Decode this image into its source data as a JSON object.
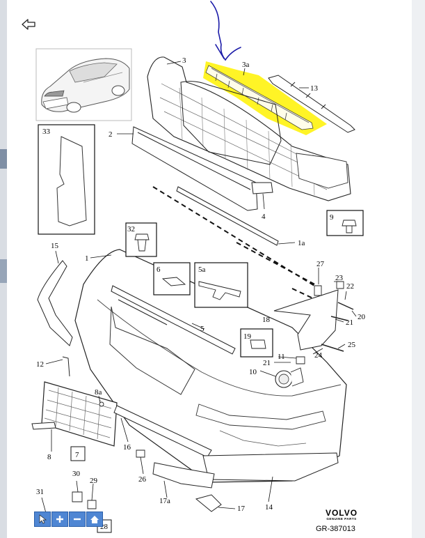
{
  "parts": [
    {
      "id": "p3",
      "label": "3"
    },
    {
      "id": "p3a",
      "label": "3a"
    },
    {
      "id": "p13",
      "label": "13"
    },
    {
      "id": "p2",
      "label": "2"
    },
    {
      "id": "p33",
      "label": "33"
    },
    {
      "id": "p4",
      "label": "4"
    },
    {
      "id": "p9",
      "label": "9"
    },
    {
      "id": "p1a",
      "label": "1a"
    },
    {
      "id": "p15",
      "label": "15"
    },
    {
      "id": "p1",
      "label": "1"
    },
    {
      "id": "p32",
      "label": "32"
    },
    {
      "id": "p6",
      "label": "6"
    },
    {
      "id": "p5a",
      "label": "5a"
    },
    {
      "id": "p27",
      "label": "27"
    },
    {
      "id": "p23",
      "label": "23"
    },
    {
      "id": "p22",
      "label": "22"
    },
    {
      "id": "p20",
      "label": "20"
    },
    {
      "id": "p21a",
      "label": "21"
    },
    {
      "id": "p18",
      "label": "18"
    },
    {
      "id": "p5",
      "label": "5"
    },
    {
      "id": "p19",
      "label": "19"
    },
    {
      "id": "p25",
      "label": "25"
    },
    {
      "id": "p11",
      "label": "11"
    },
    {
      "id": "p24",
      "label": "24"
    },
    {
      "id": "p21b",
      "label": "21"
    },
    {
      "id": "p10",
      "label": "10"
    },
    {
      "id": "p12",
      "label": "12"
    },
    {
      "id": "p8a",
      "label": "8a"
    },
    {
      "id": "p8",
      "label": "8"
    },
    {
      "id": "p7",
      "label": "7"
    },
    {
      "id": "p16",
      "label": "16"
    },
    {
      "id": "p26",
      "label": "26"
    },
    {
      "id": "p30",
      "label": "30"
    },
    {
      "id": "p29",
      "label": "29"
    },
    {
      "id": "p31",
      "label": "31"
    },
    {
      "id": "p28",
      "label": "28"
    },
    {
      "id": "p17a",
      "label": "17a"
    },
    {
      "id": "p17",
      "label": "17"
    },
    {
      "id": "p14",
      "label": "14"
    }
  ],
  "brand": {
    "name": "VOLVO",
    "sub": "GENUINE PARTS"
  },
  "reference": "GR-387013",
  "highlight_color": "#fff200",
  "annotation_color": "#1a1aa8",
  "toolbar": [
    {
      "icon": "pointer-icon"
    },
    {
      "icon": "zoom-in-icon"
    },
    {
      "icon": "zoom-out-icon"
    },
    {
      "icon": "home-icon"
    }
  ]
}
